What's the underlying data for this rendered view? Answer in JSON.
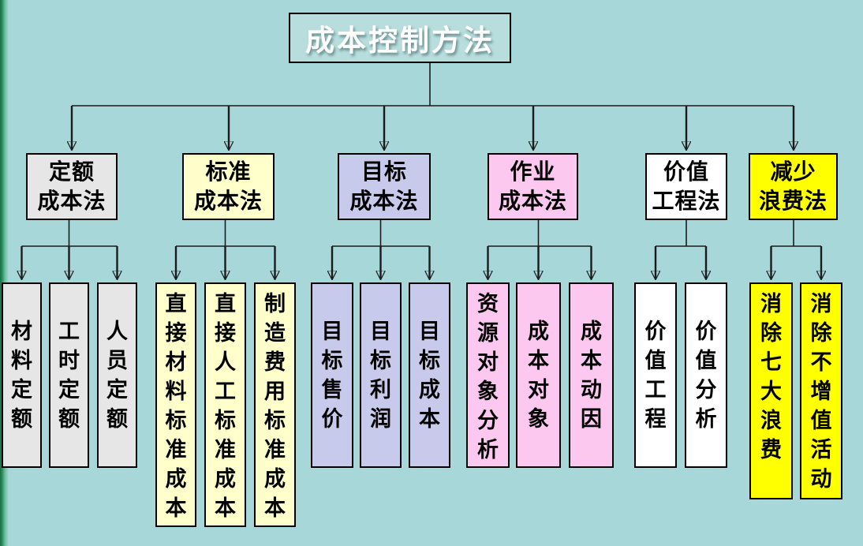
{
  "page": {
    "background": "#a7d7d8",
    "left_edge_color": "#2e8f5e",
    "line_color": "#1b1b1b"
  },
  "title": {
    "label": "成本控制方法",
    "bg": "#b7dddc",
    "text_color": "#ffffff"
  },
  "groups": [
    {
      "label": "定额\n成本法",
      "bg": "#e6e6e6",
      "children": [
        {
          "label": "材料定额",
          "bg": "#e6e6e6"
        },
        {
          "label": "工时定额",
          "bg": "#e6e6e6"
        },
        {
          "label": "人员定额",
          "bg": "#e6e6e6"
        }
      ]
    },
    {
      "label": "标准\n成本法",
      "bg": "#ffffcc",
      "children": [
        {
          "label": "直接材料标准成本",
          "bg": "#ffffcc"
        },
        {
          "label": "直接人工标准成本",
          "bg": "#ffffcc"
        },
        {
          "label": "制造费用标准成本",
          "bg": "#ffffcc"
        }
      ]
    },
    {
      "label": "目标\n成本法",
      "bg": "#c7caea",
      "children": [
        {
          "label": "目标售价",
          "bg": "#c7caea"
        },
        {
          "label": "目标利润",
          "bg": "#c7caea"
        },
        {
          "label": "目标成本",
          "bg": "#c7caea"
        }
      ]
    },
    {
      "label": "作业\n成本法",
      "bg": "#fdc8f0",
      "children": [
        {
          "label": "资源对象分析",
          "bg": "#fdc8f0"
        },
        {
          "label": "成本对象",
          "bg": "#fdc8f0"
        },
        {
          "label": "成本动因",
          "bg": "#fdc8f0"
        }
      ]
    },
    {
      "label": "价值\n工程法",
      "bg": "#ffffff",
      "children": [
        {
          "label": "价值工程",
          "bg": "#ffffff"
        },
        {
          "label": "价值分析",
          "bg": "#ffffff"
        }
      ]
    },
    {
      "label": "减少\n浪费法",
      "bg": "#ffff00",
      "children": [
        {
          "label": "消除七大浪费",
          "bg": "#ffff00"
        },
        {
          "label": "消除不增值活动",
          "bg": "#ffff00"
        }
      ]
    }
  ]
}
